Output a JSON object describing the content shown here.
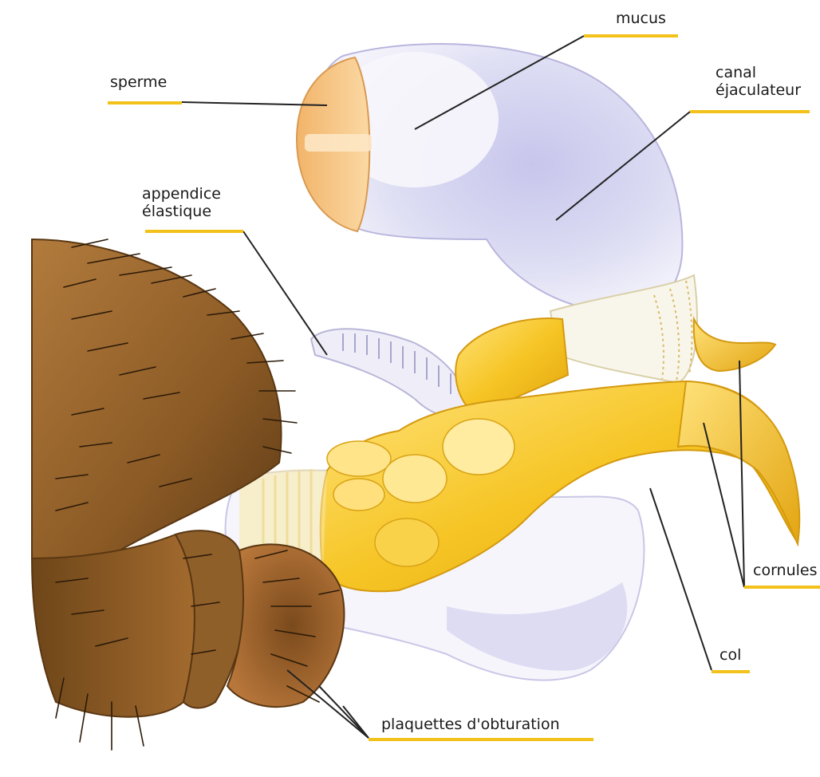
{
  "labels": {
    "sperme": "sperme",
    "mucus": "mucus",
    "canal_line1": "canal",
    "canal_line2": "éjaculateur",
    "appendice_line1": "appendice",
    "appendice_line2": "élastique",
    "cornules": "cornules",
    "col": "col",
    "plaquettes": "plaquettes d'obturation"
  },
  "colors": {
    "label_bar": "#f2c21a",
    "yellow_organ": "#f4c21f",
    "mucus_lilac": "#c9c8ec",
    "sperm_orange": "#f0b266",
    "abdomen_brown": "#8a5a26"
  }
}
